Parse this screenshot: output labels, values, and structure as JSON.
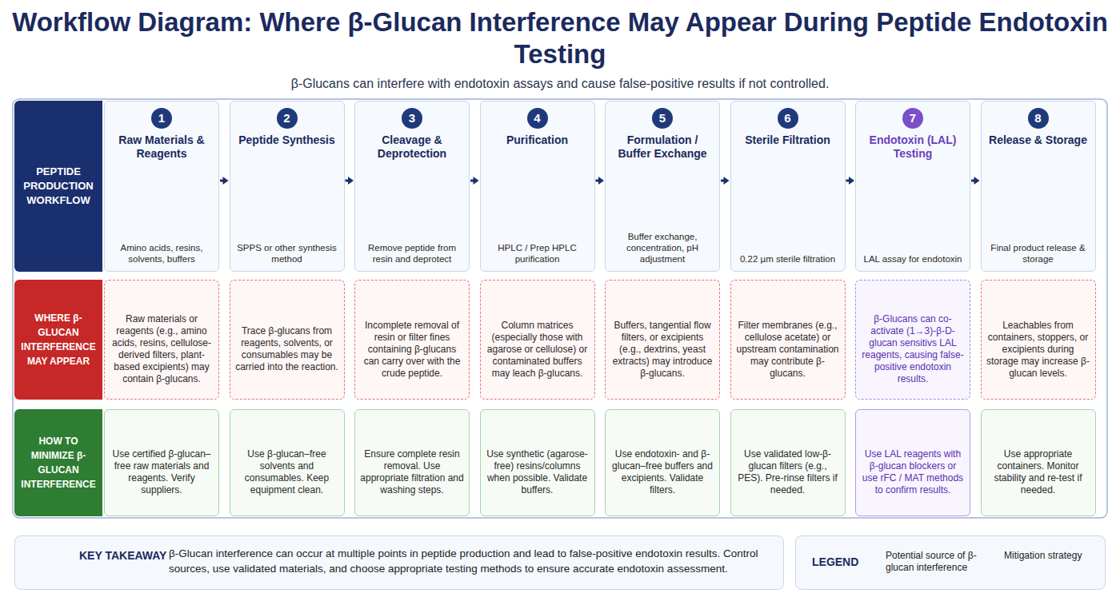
{
  "diagram": {
    "title": "Workflow Diagram: Where β-Glucan Interference May Appear During Peptide Endotoxin Testing",
    "caption": "β-Glucans can interfere with endotoxin assays and cause false-positive results if not controlled.",
    "nodes": [
      {
        "text": [
          "PEPTIDE PRODUCTION WORKFLOW"
        ]
      },
      {
        "text": [
          "1",
          "Raw Materials & Reagents",
          "Amino acids, resins, solvents, buffers"
        ]
      },
      {
        "text": [
          "2",
          "Peptide Synthesis",
          "SPPS or other synthesis method"
        ]
      },
      {
        "text": [
          "3",
          "Cleavage & Deprotection",
          "Remove peptide from resin and deprotect"
        ]
      },
      {
        "text": [
          "4",
          "Purification",
          "HPLC / Prep HPLC purification"
        ]
      },
      {
        "text": [
          "5",
          "Formulation / Buffer Exchange",
          "Buffer exchange, concentration, pH adjustment"
        ]
      },
      {
        "text": [
          "6",
          "Sterile Filtration",
          "0.22 µm sterile filtration"
        ]
      },
      {
        "text": [
          "7",
          "Endotoxin (LAL) Testing",
          "LAL assay for endotoxin"
        ]
      },
      {
        "text": [
          "8",
          "Release & Storage",
          "Final product release & storage"
        ]
      },
      {
        "text": [
          "WHERE β-GLUCAN INTERFERENCE MAY APPEAR"
        ]
      },
      {
        "text": [
          "Raw materials or reagents (e.g., amino acids, resins, cellulose-derived filters, plant-based excipients) may contain β-glucans."
        ]
      },
      {
        "text": [
          "Trace β-glucans from reagents, solvents, or consumables may be carried into the reaction."
        ]
      },
      {
        "text": [
          "Incomplete removal of resin or filter fines containing β-glucans can carry over with the crude peptide."
        ]
      },
      {
        "text": [
          "Column matrices (especially those with agarose or cellulose) or contaminated buffers may leach β-glucans."
        ]
      },
      {
        "text": [
          "Buffers, tangential flow filters, or excipients (e.g., dextrins, yeast extracts) may introduce β-glucans."
        ]
      },
      {
        "text": [
          "Filter membranes (e.g., cellulose acetate) or upstream contamination may contribute β-glucans."
        ]
      },
      {
        "text": [
          "β-Glucans can co-activate (1→3)-β-D-glucan sensitivs LAL reagents, causing false-positive endotoxin results."
        ]
      },
      {
        "text": [
          "Leachables from containers, stoppers, or excipients during storage may increase β-glucan levels."
        ]
      },
      {
        "text": [
          "HOW TO MINIMIZE β-GLUCAN INTERFERENCE"
        ]
      },
      {
        "text": [
          "Use certified β-glucan–free raw materials and reagents. Verify suppliers."
        ]
      },
      {
        "text": [
          "Use β-glucan–free solvents and consumables. Keep equipment clean."
        ]
      },
      {
        "text": [
          "Ensure complete resin removal. Use appropriate filtration and washing steps."
        ]
      },
      {
        "text": [
          "Use synthetic (agarose-free) resins/columns when possible. Validate buffers."
        ]
      },
      {
        "text": [
          "Use endotoxin- and β-glucan–free buffers and excipients. Validate filters."
        ]
      },
      {
        "text": [
          "Use validated low-β-glucan filters (e.g., PES). Pre-rinse filters if needed."
        ]
      },
      {
        "text": [
          "Use LAL reagents with β-glucan blockers or use rFC / MAT methods to confirm results."
        ]
      },
      {
        "text": [
          "Use appropriate containers. Monitor stability and re-test if needed."
        ]
      },
      {
        "text": [
          "KEY TAKEAWAY",
          "β-Glucan interference can occur at multiple points in peptide production and lead to false-positive endotoxin results. Control sources, use validated materials, and choose appropriate testing methods to ensure accurate endotoxin assessment."
        ]
      },
      {
        "text": [
          "LEGEND"
        ]
      }
    ],
    "edges": [
      {
        "from": 1,
        "to": 2,
        "arrow": "to"
      },
      {
        "from": 2,
        "to": 3,
        "arrow": "to"
      },
      {
        "from": 3,
        "to": 4,
        "arrow": "to"
      },
      {
        "from": 4,
        "to": 5,
        "arrow": "to"
      },
      {
        "from": 5,
        "to": 6,
        "arrow": "to"
      },
      {
        "from": 6,
        "to": 7,
        "arrow": "to"
      },
      {
        "from": 7,
        "to": 8,
        "arrow": "to"
      }
    ],
    "legend": [
      {
        "text": "Potential source of β-glucan interference"
      },
      {
        "text": "Mitigation strategy"
      }
    ]
  }
}
